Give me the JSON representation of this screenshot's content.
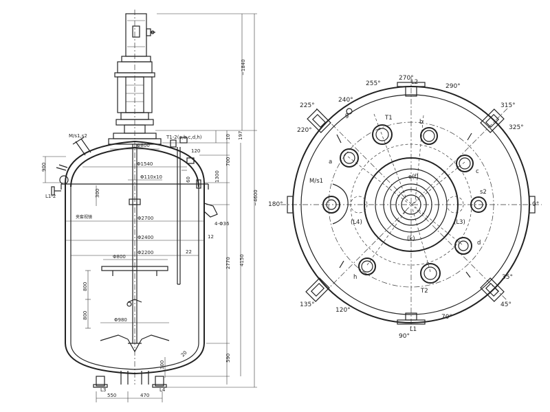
{
  "side_view": {
    "top_labels": {
      "ms_s2": "M/s1,s2",
      "t_list": "T1-2(a,b,c,d,h)"
    },
    "left_dims": {
      "d900": "900",
      "l12": "L1-2"
    },
    "inner_dims": {
      "d800a": "Φ800",
      "d1540": "Φ1540",
      "d110x10": "Φ110x10",
      "d2700": "Φ2700",
      "d2400": "Φ2400",
      "d2200": "Φ2200",
      "d800b": "Φ800",
      "d980": "Φ980",
      "d300": "300",
      "d800c": "800",
      "d800d": "800",
      "d120": "120",
      "d60": "60",
      "d12": "12",
      "d22": "22",
      "d300b": "300",
      "d20": "20",
      "d4": "4-Φ36"
    },
    "right_dims": {
      "d1840": "~1840",
      "d4600": "~4600",
      "d197": "197",
      "d10": "10",
      "d700": "700",
      "d1300": "1300",
      "d4150": "4150",
      "d2770": "2770",
      "d590": "590"
    },
    "bottom_dims": {
      "d550": "550",
      "d470": "470",
      "l3": "L3",
      "l4": "L4"
    },
    "jacket_note": "夹套视镜"
  },
  "plan_view": {
    "angles": {
      "a270": "270°",
      "a255": "255°",
      "a290": "290°",
      "a240": "240°",
      "a225": "225°",
      "a315": "315°",
      "a220": "220°",
      "a325": "325°",
      "a180": "180°",
      "a0": "0°",
      "a135": "135°",
      "a120": "120°",
      "a70": "70°",
      "a90": "90°",
      "a45": "45°",
      "a35": "35°"
    },
    "nozzles": {
      "l2": "L2",
      "l1": "L1",
      "t1": "T1",
      "t2": "T2",
      "b": "b",
      "c": "c",
      "a": "a",
      "g": "g",
      "ms1": "M/s1",
      "s2": "s2",
      "d": "d",
      "h": "h",
      "ef": "e(f)",
      "k": "(k)",
      "l4": "(L4)",
      "l3": "(L3)"
    }
  }
}
